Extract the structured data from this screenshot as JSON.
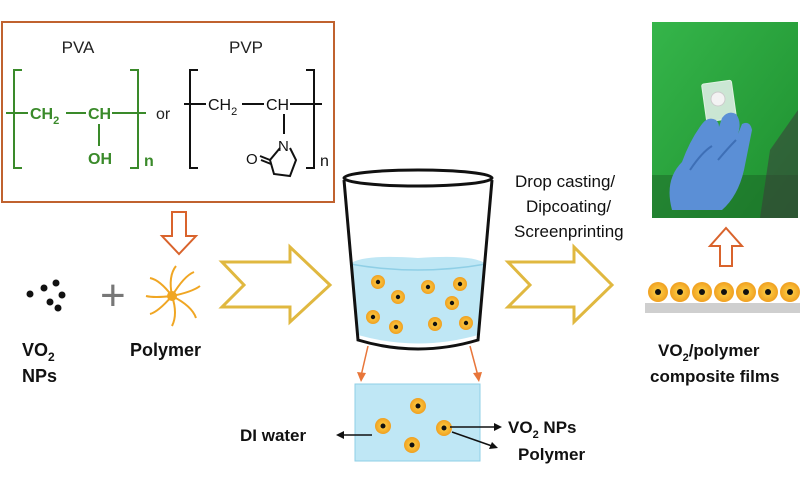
{
  "polymers": {
    "pva_label": "PVA",
    "pvp_label": "PVP",
    "ch2": "CH",
    "sub2": "2",
    "ch": "CH",
    "oh": "OH",
    "n": "n",
    "or": "or",
    "o": "O",
    "N": "N"
  },
  "components": {
    "vo2_line1": "VO",
    "vo2_sub": "2",
    "vo2_line2": "NPs",
    "plus": "+",
    "polymer": "Polymer"
  },
  "process": {
    "methods": [
      "Drop casting/",
      "Dipcoating/",
      "Screenprinting"
    ]
  },
  "product": {
    "label_line1_a": "VO",
    "label_line1_sub": "2",
    "label_line1_b": "/polymer",
    "label_line2": "composite films"
  },
  "inset": {
    "di_water": "DI water",
    "vo2_nps_a": "VO",
    "vo2_nps_sub": "2",
    "vo2_nps_b": " NPs",
    "polymer": "Polymer"
  },
  "colors": {
    "box_border": "#c0622f",
    "chem_green": "#3a8a2a",
    "arrow_gold": "#e0b840",
    "arrow_orange": "#d9632c",
    "np_orange": "#f0a623",
    "water": "#bfe7f5",
    "film_gray": "#cfcfcf",
    "photo_green": "#27a83b"
  }
}
